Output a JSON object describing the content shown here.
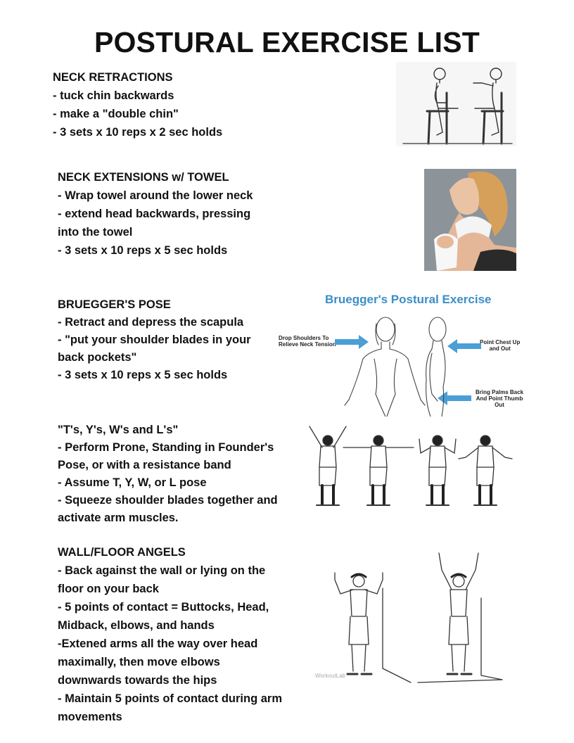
{
  "document": {
    "title": "POSTURAL EXERCISE LIST"
  },
  "sections": [
    {
      "heading": "NECK RETRACTIONS",
      "lines": [
        "- tuck chin backwards",
        "- make a \"double chin\"",
        "- 3 sets x 10 reps x 2 sec holds"
      ]
    },
    {
      "heading": "NECK EXTENSIONS w/ TOWEL",
      "lines": [
        "- Wrap towel around the lower neck",
        "- extend head backwards, pressing",
        "into the towel",
        "- 3 sets x 10 reps x 5 sec holds"
      ]
    },
    {
      "heading": "BRUEGGER'S POSE",
      "lines": [
        "- Retract and depress the scapula",
        "- \"put your shoulder blades in your",
        "back pockets\"",
        "- 3 sets x 10 reps x 5 sec holds"
      ]
    },
    {
      "heading": "\"T's, Y's, W's and L's\"",
      "lines": [
        "- Perform Prone, Standing in Founder's",
        "Pose, or with a resistance band",
        "- Assume T, Y, W, or L pose",
        "- Squeeze shoulder blades together and",
        "activate arm muscles."
      ]
    },
    {
      "heading": "WALL/FLOOR ANGELS",
      "lines": [
        "- Back against the wall or lying on the",
        "floor on your back",
        "- 5 points of contact = Buttocks, Head,",
        "Midback, elbows, and hands",
        "-Extened arms all the way over head",
        "maximally, then move elbows",
        "downwards towards the hips",
        "- Maintain 5 points of contact during arm",
        "movements"
      ]
    }
  ],
  "figures": {
    "bruegger": {
      "title": "Bruegger's Postural Exercise",
      "label_left_1": "Drop Shoulders To",
      "label_left_2": "Relieve Neck Tension",
      "label_right_1": "Point Chest Up",
      "label_right_2": "and Out",
      "label_bottom_1": "Bring Palms Back",
      "label_bottom_2": "And Point Thumb",
      "label_bottom_3": "Out",
      "accent_color": "#4a9fd4",
      "title_color": "#3a8fc8"
    },
    "angels": {
      "watermark": "WorkoutLab"
    }
  }
}
